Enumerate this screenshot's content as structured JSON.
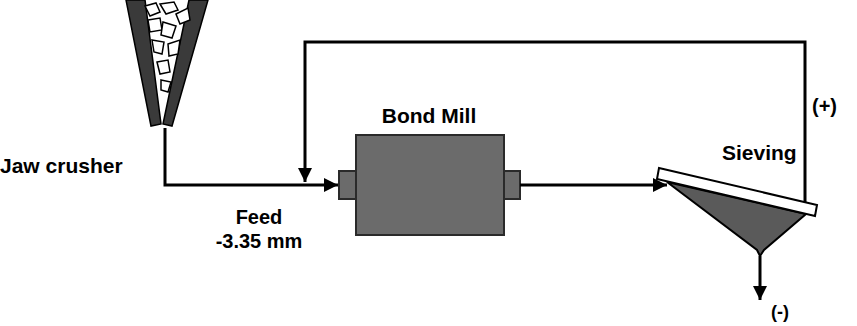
{
  "diagram": {
    "nodes": [
      {
        "text": [
          "Jaw crusher"
        ]
      },
      {
        "text": [
          "Bond Mill"
        ]
      },
      {
        "text": [
          "Sieving"
        ]
      }
    ],
    "edges": [
      {
        "from": 0,
        "to": 1,
        "arrow": "to",
        "label": "Feed -3.35 mm"
      },
      {
        "from": 1,
        "to": 2,
        "arrow": "to"
      },
      {
        "from": 2,
        "to": 1,
        "arrow": "to",
        "label": "(+)"
      }
    ],
    "labels": [
      "(-)"
    ]
  }
}
